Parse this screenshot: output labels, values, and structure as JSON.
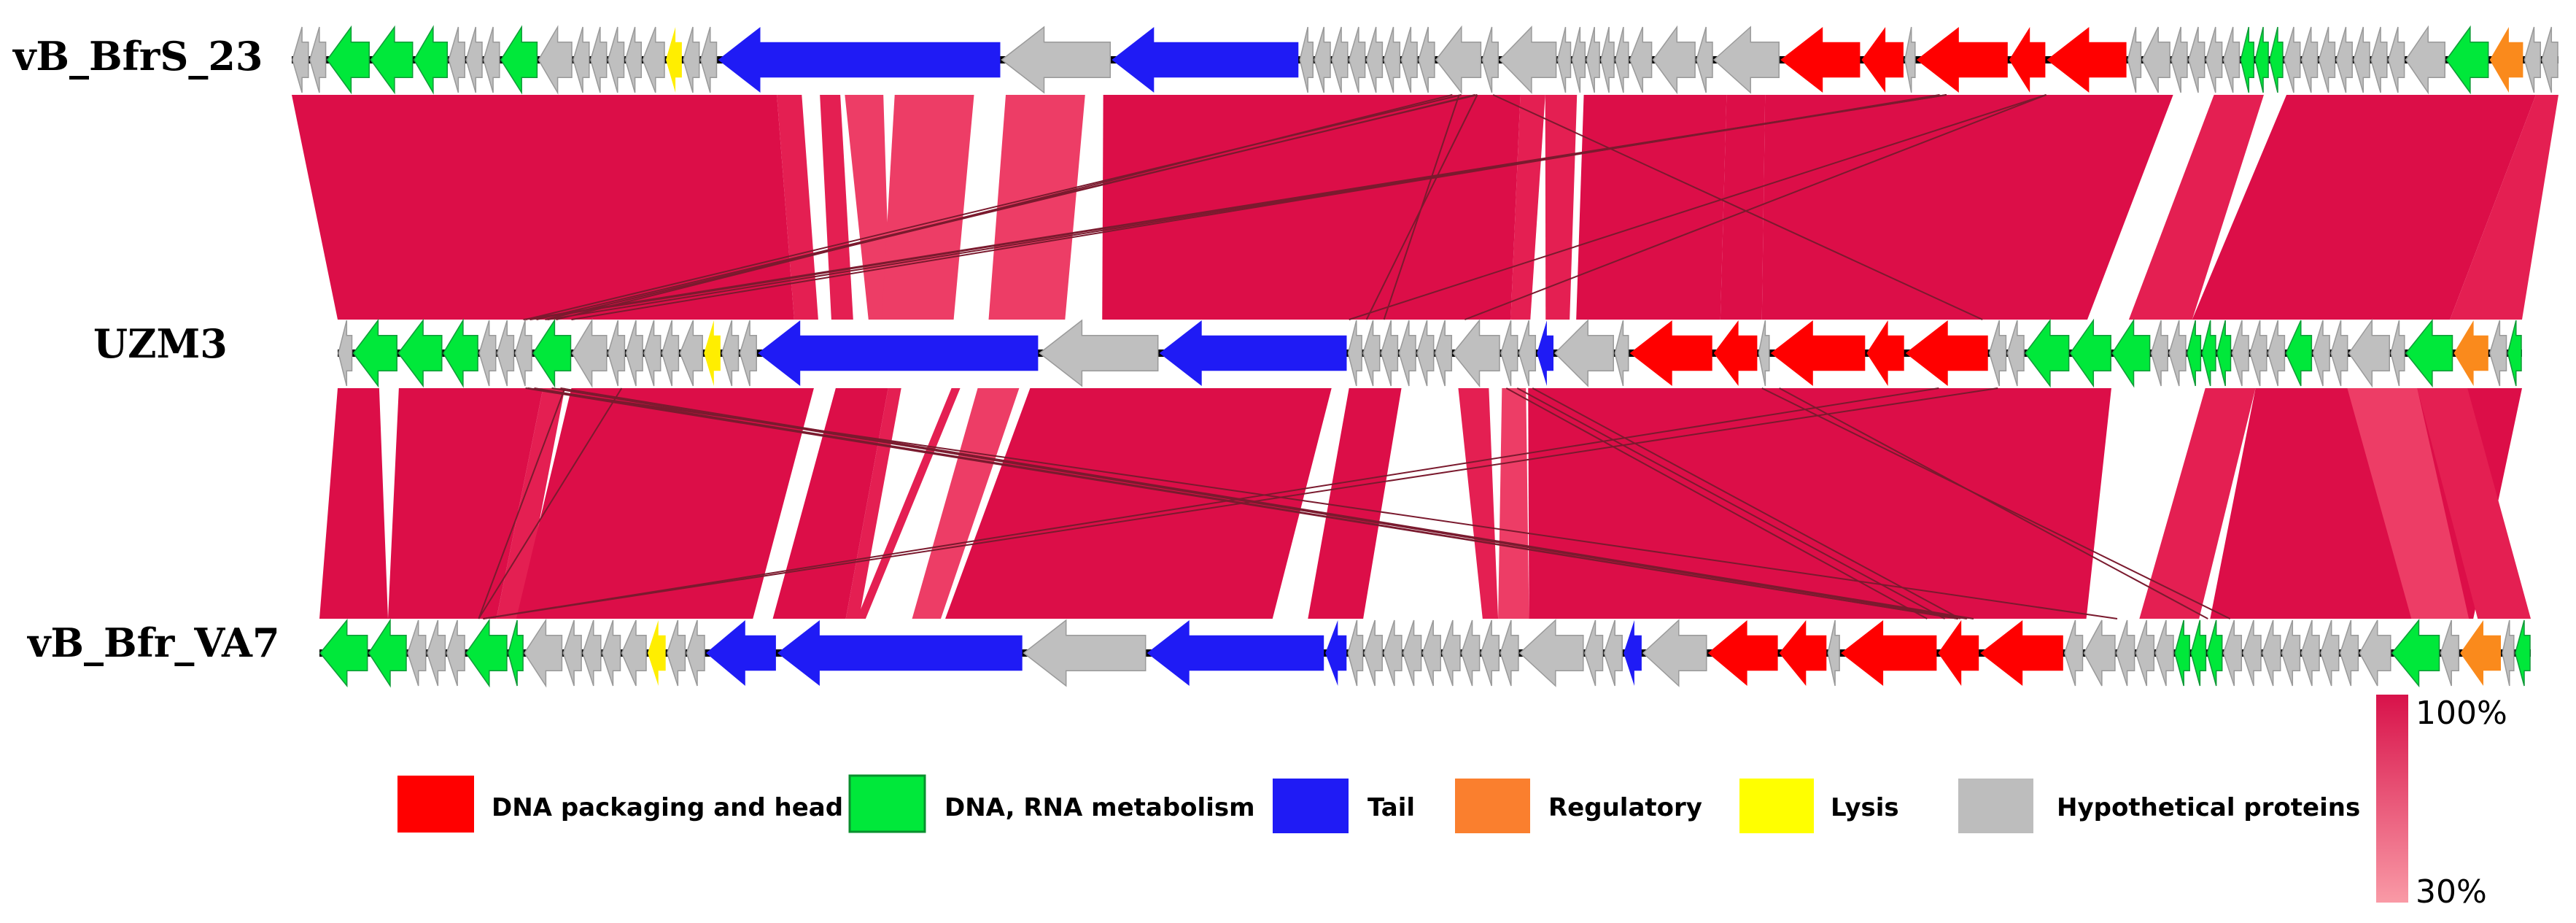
{
  "genomes": [
    {
      "label": "vB_BfrS_23",
      "genes": [
        [
          "h",
          -1,
          0.6
        ],
        [
          "h",
          -1,
          0.6
        ],
        [
          "m",
          -1,
          1.5
        ],
        [
          "m",
          -1,
          1.5
        ],
        [
          "m",
          -1,
          1.2
        ],
        [
          "h",
          -1,
          0.6
        ],
        [
          "h",
          -1,
          0.6
        ],
        [
          "h",
          -1,
          0.6
        ],
        [
          "m",
          -1,
          1.3
        ],
        [
          "h",
          -1,
          1.2
        ],
        [
          "h",
          -1,
          0.6
        ],
        [
          "h",
          -1,
          0.6
        ],
        [
          "h",
          -1,
          0.6
        ],
        [
          "h",
          -1,
          0.6
        ],
        [
          "h",
          -1,
          0.8
        ],
        [
          "l",
          -1,
          0.6
        ],
        [
          "h",
          -1,
          0.6
        ],
        [
          "h",
          -1,
          0.6
        ],
        [
          "t",
          -1,
          9.8
        ],
        [
          "h",
          -1,
          3.8
        ],
        [
          "t",
          -1,
          6.5
        ],
        [
          "h",
          -1,
          0.5
        ],
        [
          "h",
          -1,
          0.6
        ],
        [
          "h",
          -1,
          0.6
        ],
        [
          "h",
          -1,
          0.6
        ],
        [
          "h",
          -1,
          0.6
        ],
        [
          "h",
          -1,
          0.6
        ],
        [
          "h",
          -1,
          0.6
        ],
        [
          "h",
          -1,
          0.6
        ],
        [
          "h",
          -1,
          1.6
        ],
        [
          "h",
          -1,
          0.6
        ],
        [
          "h",
          -1,
          2.0
        ],
        [
          "h",
          -1,
          0.5
        ],
        [
          "h",
          -1,
          0.5
        ],
        [
          "h",
          -1,
          0.5
        ],
        [
          "h",
          -1,
          0.5
        ],
        [
          "h",
          -1,
          0.5
        ],
        [
          "h",
          -1,
          0.8
        ],
        [
          "h",
          -1,
          1.5
        ],
        [
          "h",
          -1,
          0.6
        ],
        [
          "h",
          -1,
          2.3
        ],
        [
          "d",
          -1,
          2.8
        ],
        [
          "d",
          -1,
          1.5
        ],
        [
          "h",
          -1,
          0.4
        ],
        [
          "d",
          -1,
          3.2
        ],
        [
          "d",
          -1,
          1.3
        ],
        [
          "d",
          -1,
          2.8
        ],
        [
          "h",
          -1,
          0.5
        ],
        [
          "h",
          -1,
          1.0
        ],
        [
          "h",
          -1,
          0.6
        ],
        [
          "h",
          -1,
          0.6
        ],
        [
          "h",
          -1,
          0.6
        ],
        [
          "h",
          -1,
          0.6
        ],
        [
          "m",
          -1,
          0.5
        ],
        [
          "m",
          -1,
          0.5
        ],
        [
          "m",
          -1,
          0.5
        ],
        [
          "h",
          -1,
          0.6
        ],
        [
          "h",
          -1,
          0.6
        ],
        [
          "h",
          -1,
          0.6
        ],
        [
          "h",
          -1,
          0.6
        ],
        [
          "h",
          -1,
          0.6
        ],
        [
          "h",
          -1,
          0.6
        ],
        [
          "h",
          -1,
          0.6
        ],
        [
          "h",
          -1,
          1.4
        ],
        [
          "m",
          -1,
          1.5
        ],
        [
          "r",
          -1,
          1.2
        ],
        [
          "h",
          -1,
          0.6
        ],
        [
          "h",
          -1,
          0.6
        ]
      ]
    },
    {
      "label": "UZM3",
      "genes": [
        [
          "h",
          -1,
          0.5
        ],
        [
          "m",
          -1,
          1.5
        ],
        [
          "m",
          -1,
          1.5
        ],
        [
          "m",
          -1,
          1.2
        ],
        [
          "h",
          -1,
          0.6
        ],
        [
          "h",
          -1,
          0.6
        ],
        [
          "h",
          -1,
          0.6
        ],
        [
          "m",
          -1,
          1.3
        ],
        [
          "h",
          -1,
          1.2
        ],
        [
          "h",
          -1,
          0.6
        ],
        [
          "h",
          -1,
          0.6
        ],
        [
          "h",
          -1,
          0.6
        ],
        [
          "h",
          -1,
          0.6
        ],
        [
          "h",
          -1,
          0.8
        ],
        [
          "l",
          -1,
          0.6
        ],
        [
          "h",
          -1,
          0.6
        ],
        [
          "h",
          -1,
          0.6
        ],
        [
          "t",
          -1,
          9.4
        ],
        [
          "h",
          -1,
          4.0
        ],
        [
          "t",
          -1,
          6.3
        ],
        [
          "h",
          -1,
          0.5
        ],
        [
          "h",
          -1,
          0.6
        ],
        [
          "h",
          -1,
          0.6
        ],
        [
          "h",
          -1,
          0.6
        ],
        [
          "h",
          -1,
          0.6
        ],
        [
          "h",
          -1,
          0.6
        ],
        [
          "h",
          -1,
          1.6
        ],
        [
          "h",
          -1,
          0.6
        ],
        [
          "h",
          -1,
          0.6
        ],
        [
          "t",
          -1,
          0.6
        ],
        [
          "h",
          -1,
          2.0
        ],
        [
          "h",
          -1,
          0.5
        ],
        [
          "d",
          -1,
          2.8
        ],
        [
          "d",
          -1,
          1.5
        ],
        [
          "h",
          -1,
          0.4
        ],
        [
          "d",
          -1,
          3.2
        ],
        [
          "d",
          -1,
          1.3
        ],
        [
          "d",
          -1,
          2.8
        ],
        [
          "h",
          -1,
          0.6
        ],
        [
          "h",
          -1,
          0.6
        ],
        [
          "m",
          -1,
          1.5
        ],
        [
          "m",
          -1,
          1.4
        ],
        [
          "m",
          -1,
          1.3
        ],
        [
          "h",
          -1,
          0.6
        ],
        [
          "h",
          -1,
          0.6
        ],
        [
          "m",
          -1,
          0.5
        ],
        [
          "m",
          -1,
          0.5
        ],
        [
          "m",
          -1,
          0.5
        ],
        [
          "h",
          -1,
          0.6
        ],
        [
          "h",
          -1,
          0.6
        ],
        [
          "h",
          -1,
          0.6
        ],
        [
          "m",
          -1,
          0.9
        ],
        [
          "h",
          -1,
          0.6
        ],
        [
          "h",
          -1,
          0.6
        ],
        [
          "h",
          -1,
          1.4
        ],
        [
          "h",
          -1,
          0.5
        ],
        [
          "m",
          -1,
          1.6
        ],
        [
          "r",
          -1,
          1.2
        ],
        [
          "h",
          -1,
          0.6
        ],
        [
          "m",
          -1,
          0.5
        ]
      ]
    },
    {
      "label": "vB_Bfr_VA7",
      "genes": [
        [
          "m",
          -1,
          1.5
        ],
        [
          "m",
          -1,
          1.2
        ],
        [
          "h",
          -1,
          0.6
        ],
        [
          "h",
          -1,
          0.6
        ],
        [
          "h",
          -1,
          0.6
        ],
        [
          "m",
          -1,
          1.3
        ],
        [
          "m",
          -1,
          0.5
        ],
        [
          "h",
          -1,
          1.2
        ],
        [
          "h",
          -1,
          0.6
        ],
        [
          "h",
          -1,
          0.6
        ],
        [
          "h",
          -1,
          0.6
        ],
        [
          "h",
          -1,
          0.8
        ],
        [
          "l",
          -1,
          0.6
        ],
        [
          "h",
          -1,
          0.6
        ],
        [
          "h",
          -1,
          0.6
        ],
        [
          "t",
          -1,
          2.2
        ],
        [
          "t",
          -1,
          7.6
        ],
        [
          "h",
          -1,
          3.8
        ],
        [
          "t",
          -1,
          5.5
        ],
        [
          "t",
          -1,
          0.7
        ],
        [
          "h",
          -1,
          0.5
        ],
        [
          "h",
          -1,
          0.6
        ],
        [
          "h",
          -1,
          0.6
        ],
        [
          "h",
          -1,
          0.6
        ],
        [
          "h",
          -1,
          0.6
        ],
        [
          "h",
          -1,
          0.6
        ],
        [
          "h",
          -1,
          0.6
        ],
        [
          "h",
          -1,
          0.6
        ],
        [
          "h",
          -1,
          0.6
        ],
        [
          "h",
          -1,
          2.0
        ],
        [
          "h",
          -1,
          0.6
        ],
        [
          "h",
          -1,
          0.6
        ],
        [
          "t",
          -1,
          0.6
        ],
        [
          "h",
          -1,
          2.0
        ],
        [
          "d",
          -1,
          2.2
        ],
        [
          "d",
          -1,
          1.5
        ],
        [
          "h",
          -1,
          0.4
        ],
        [
          "d",
          -1,
          3.0
        ],
        [
          "d",
          -1,
          1.3
        ],
        [
          "d",
          -1,
          2.6
        ],
        [
          "h",
          -1,
          0.6
        ],
        [
          "h",
          -1,
          1.0
        ],
        [
          "h",
          -1,
          0.6
        ],
        [
          "h",
          -1,
          0.6
        ],
        [
          "h",
          -1,
          0.6
        ],
        [
          "m",
          -1,
          0.5
        ],
        [
          "m",
          -1,
          0.5
        ],
        [
          "m",
          -1,
          0.5
        ],
        [
          "h",
          -1,
          0.6
        ],
        [
          "h",
          -1,
          0.6
        ],
        [
          "h",
          -1,
          0.6
        ],
        [
          "h",
          -1,
          0.6
        ],
        [
          "h",
          -1,
          0.6
        ],
        [
          "h",
          -1,
          0.6
        ],
        [
          "h",
          -1,
          0.6
        ],
        [
          "h",
          -1,
          1.0
        ],
        [
          "m",
          -1,
          1.5
        ],
        [
          "h",
          -1,
          0.6
        ],
        [
          "r",
          -1,
          1.3
        ],
        [
          "h",
          -1,
          0.4
        ],
        [
          "m",
          -1,
          0.5
        ]
      ]
    }
  ],
  "bands": [
    [
      0,
      [
        0.0,
        0.109
      ],
      [
        0.0,
        0.094
      ],
      1
    ],
    [
      0,
      [
        0.104,
        0.214
      ],
      [
        0.089,
        0.209
      ],
      1
    ],
    [
      0,
      [
        0.214,
        0.225
      ],
      [
        0.209,
        0.22
      ],
      2
    ],
    [
      0,
      [
        0.233,
        0.242
      ],
      [
        0.226,
        0.236
      ],
      2
    ],
    [
      0,
      [
        0.244,
        0.261
      ],
      [
        0.243,
        0.253
      ],
      3
    ],
    [
      0,
      [
        0.266,
        0.301
      ],
      [
        0.249,
        0.282
      ],
      3
    ],
    [
      0,
      [
        0.315,
        0.35
      ],
      [
        0.298,
        0.333
      ],
      3
    ],
    [
      0,
      [
        0.358,
        0.542
      ],
      [
        0.35,
        0.537
      ],
      1
    ],
    [
      0,
      [
        0.542,
        0.553
      ],
      [
        0.537,
        0.546
      ],
      2
    ],
    [
      0,
      [
        0.553,
        0.567
      ],
      [
        0.553,
        0.564
      ],
      2
    ],
    [
      0,
      [
        0.57,
        0.633
      ],
      [
        0.567,
        0.633
      ],
      1
    ],
    [
      0,
      [
        0.633,
        0.65
      ],
      [
        0.633,
        0.652
      ],
      1
    ],
    [
      0,
      [
        0.65,
        0.83
      ],
      [
        0.652,
        0.801
      ],
      1
    ],
    [
      0,
      [
        0.848,
        0.87
      ],
      [
        0.82,
        0.849
      ],
      2
    ],
    [
      0,
      [
        0.88,
        0.99
      ],
      [
        0.849,
        0.967
      ],
      1
    ],
    [
      0,
      [
        0.99,
        1.0
      ],
      [
        0.967,
        1.0
      ],
      2
    ],
    [
      1,
      [
        0.0,
        0.019
      ],
      [
        0.0,
        0.031
      ],
      1
    ],
    [
      1,
      [
        0.028,
        0.094
      ],
      [
        0.031,
        0.08
      ],
      1
    ],
    [
      1,
      [
        0.094,
        0.104
      ],
      [
        0.08,
        0.091
      ],
      2
    ],
    [
      1,
      [
        0.107,
        0.218
      ],
      [
        0.089,
        0.196
      ],
      1
    ],
    [
      1,
      [
        0.228,
        0.252
      ],
      [
        0.205,
        0.238
      ],
      1
    ],
    [
      1,
      [
        0.252,
        0.258
      ],
      [
        0.238,
        0.244
      ],
      2
    ],
    [
      1,
      [
        0.281,
        0.285
      ],
      [
        0.243,
        0.247
      ],
      2
    ],
    [
      1,
      [
        0.293,
        0.312
      ],
      [
        0.268,
        0.281
      ],
      3
    ],
    [
      1,
      [
        0.317,
        0.455
      ],
      [
        0.283,
        0.431
      ],
      1
    ],
    [
      1,
      [
        0.463,
        0.487
      ],
      [
        0.447,
        0.472
      ],
      1
    ],
    [
      1,
      [
        0.513,
        0.527
      ],
      [
        0.526,
        0.533
      ],
      2
    ],
    [
      1,
      [
        0.533,
        0.544
      ],
      [
        0.533,
        0.547
      ],
      3
    ],
    [
      1,
      [
        0.545,
        0.812
      ],
      [
        0.547,
        0.799
      ],
      1
    ],
    [
      1,
      [
        0.855,
        0.878
      ],
      [
        0.823,
        0.85
      ],
      2
    ],
    [
      1,
      [
        0.878,
        1.0
      ],
      [
        0.855,
        0.974
      ],
      1
    ],
    [
      1,
      [
        0.92,
        0.952
      ],
      [
        0.946,
        0.972
      ],
      3
    ],
    [
      1,
      [
        0.952,
        0.975
      ],
      [
        0.976,
        1.0
      ],
      2
    ]
  ],
  "links": [
    [
      0,
      0.516,
      0.086
    ],
    [
      0,
      0.523,
      0.091
    ],
    [
      0,
      0.522,
      0.095
    ],
    [
      0,
      0.512,
      0.1
    ],
    [
      0,
      0.523,
      0.471
    ],
    [
      0,
      0.515,
      0.479
    ],
    [
      0,
      0.774,
      0.516
    ],
    [
      0,
      0.774,
      0.463
    ],
    [
      0,
      0.53,
      0.753
    ],
    [
      0,
      0.73,
      0.085
    ],
    [
      0,
      0.73,
      0.096
    ],
    [
      0,
      0.73,
      0.088
    ],
    [
      0,
      0.727,
      0.107
    ],
    [
      1,
      0.086,
      0.741
    ],
    [
      1,
      0.09,
      0.741
    ],
    [
      1,
      0.098,
      0.745
    ],
    [
      1,
      0.102,
      0.748
    ],
    [
      1,
      0.104,
      0.072
    ],
    [
      1,
      0.13,
      0.072
    ],
    [
      1,
      0.76,
      0.074
    ],
    [
      1,
      0.733,
      0.074
    ],
    [
      1,
      0.087,
      0.813
    ],
    [
      1,
      0.535,
      0.727
    ],
    [
      1,
      0.54,
      0.735
    ],
    [
      1,
      0.547,
      0.742
    ],
    [
      1,
      0.66,
      0.854
    ],
    [
      1,
      0.652,
      0.864
    ]
  ],
  "legend": [
    {
      "key": "d",
      "label": "DNA packaging and head",
      "color": "#ff0000"
    },
    {
      "key": "m",
      "label": "DNA, RNA  metabolism",
      "color": "#00e83a"
    },
    {
      "key": "t",
      "label": "Tail",
      "color": "#1f1bf5"
    },
    {
      "key": "r",
      "label": "Regulatory",
      "color": "#fa7f2e"
    },
    {
      "key": "l",
      "label": "Lysis",
      "color": "#ffff00"
    },
    {
      "key": "h",
      "label": "Hypothetical proteins",
      "color": "#bdbdbd"
    }
  ],
  "colors": {
    "d": "#ff0000",
    "m": "#00e83a",
    "t": "#1f1bf5",
    "r": "#fa8a1c",
    "l": "#ffee00",
    "h": "#bfbfbf",
    "band1": "#dc0e48",
    "band2": "#e41f52",
    "band3": "#ed3d66",
    "link": "#7a1a2e",
    "scale_top": "#d8124a",
    "scale_bottom": "#f99aa6"
  },
  "scale": {
    "max_label": "100%",
    "min_label": "30%"
  }
}
